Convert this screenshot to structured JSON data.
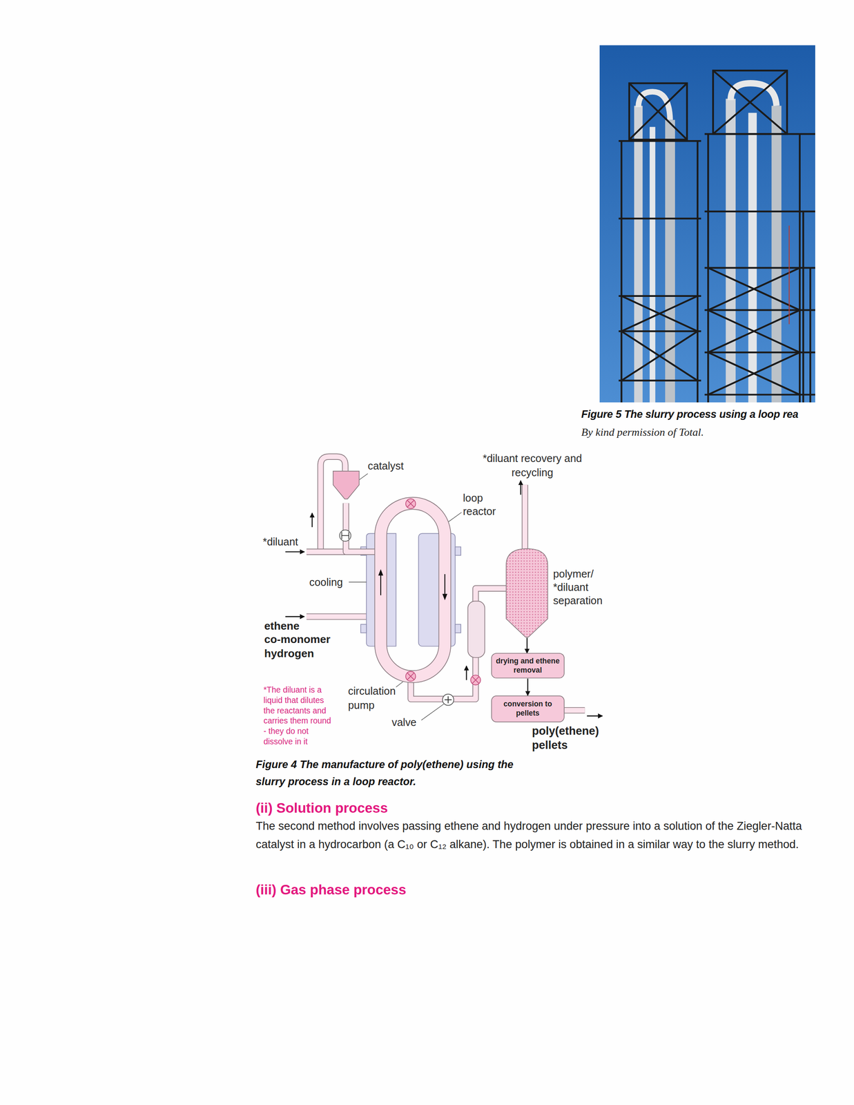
{
  "diagram": {
    "caption": "Figure 4 The manufacture of poly(ethene) using the slurry process in a loop reactor.",
    "nodes": [
      {
        "text": [
          "catalyst"
        ]
      },
      {
        "text": [
          "loop reactor"
        ]
      },
      {
        "text": [
          "polymer/ *diluant separation"
        ]
      },
      {
        "text": [
          "drying and ethene removal"
        ]
      },
      {
        "text": [
          "conversion to pellets"
        ]
      }
    ],
    "edges": [
      {
        "from": 0,
        "to": 1,
        "arrow": "none"
      },
      {
        "from": 1,
        "to": 2,
        "arrow": "none"
      },
      {
        "from": 2,
        "to": 3,
        "arrow": "to"
      },
      {
        "from": 3,
        "to": 4,
        "arrow": "to"
      }
    ],
    "labels": [
      "Figure 5 The slurry process using a loop rea",
      "By kind permission of Total.",
      "*diluant recovery and recycling",
      "*diluant",
      "cooling",
      "ethene",
      "co-monomer",
      "hydrogen",
      "*The diluant is a liquid that dilutes the reactants and carries them round - they do not dissolve in it",
      "circulation pump",
      "valve",
      "poly(ethene) pellets",
      "(ii) Solution process",
      "The second method involves passing ethene and hydrogen under pressure into a solution of the Ziegler-Natta catalyst in a hydrocarbon (a C₁₀ or C₁₂ alkane). The polymer is obtained in a similar way to the slurry method.",
      "(iii) Gas phase process"
    ]
  }
}
